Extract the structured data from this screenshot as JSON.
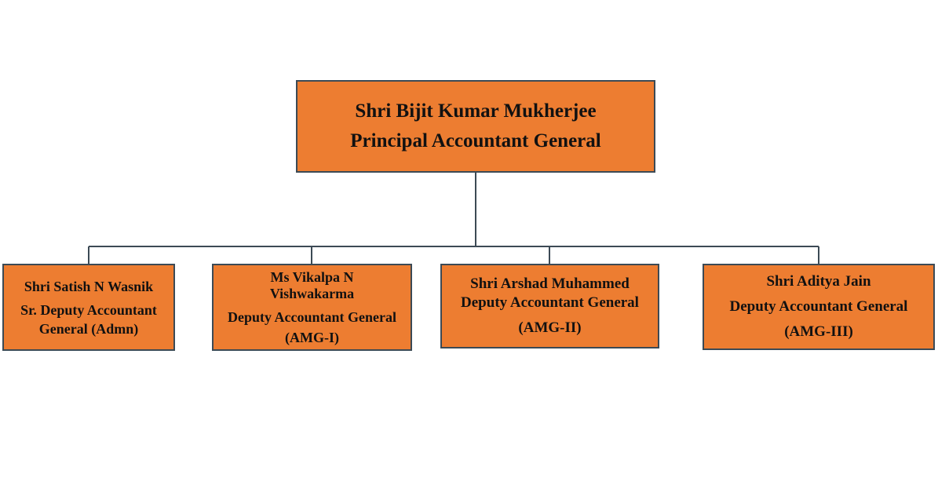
{
  "colors": {
    "box_fill": "#ed7d31",
    "box_border": "#3c4a55",
    "connector": "#3c4a55",
    "text": "#111111"
  },
  "root": {
    "name": "Shri Bijit Kumar Mukherjee",
    "title": "Principal Accountant General"
  },
  "children": [
    {
      "name": "Shri Satish N Wasnik",
      "title_line1": "Sr. Deputy Accountant",
      "title_line2": "General (Admn)"
    },
    {
      "name_line1": "Ms Vikalpa  N",
      "name_line2": "Vishwakarma",
      "title": "Deputy Accountant General",
      "unit": "(AMG-I)"
    },
    {
      "name": "Shri Arshad Muhammed",
      "title": "Deputy Accountant General",
      "unit": "(AMG-II)"
    },
    {
      "name": "Shri Aditya Jain",
      "title": "Deputy Accountant General",
      "unit": "(AMG-III)"
    }
  ]
}
